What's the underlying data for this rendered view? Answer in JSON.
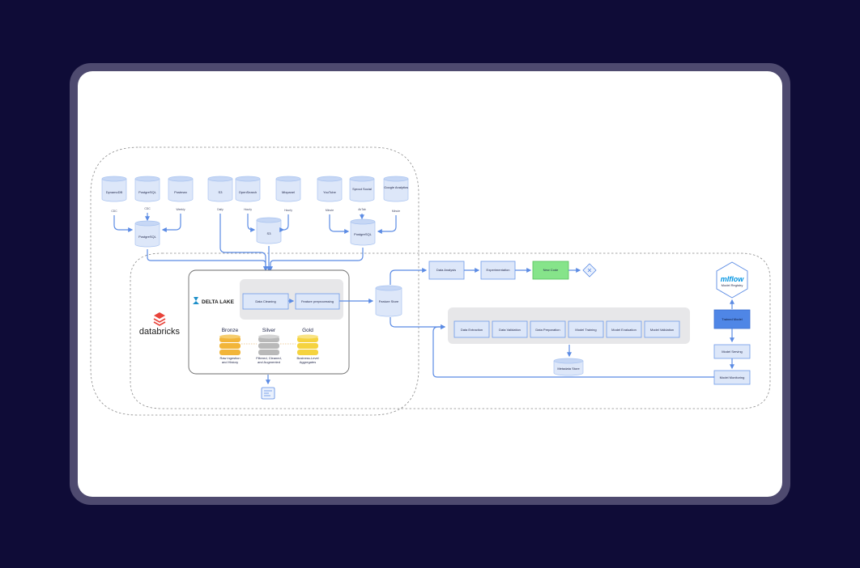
{
  "sources": {
    "dynamodb": "DynamoDB",
    "postgres_src": "PostgreSQL",
    "postman": "Postman",
    "s3_src": "S3",
    "opensearch": "OpenSearch",
    "mixpanel": "Mixpanel",
    "youtube": "YouTube",
    "sprout": "Sprout Social",
    "google_analytics": "Google Analytics"
  },
  "edge_labels": {
    "cdc1": "CDC",
    "cdc2": "CDC",
    "weekly": "Weekly",
    "daily": "Daily",
    "hourly1": "Hourly",
    "hourly2": "Hourly",
    "minute": "Minute",
    "airtable": "AirTab",
    "minute2": "Minute"
  },
  "mid_stores": {
    "postgres_a": "PostgreSQL",
    "s3_mid": "S3",
    "postgres_b": "PostgreSQL"
  },
  "databricks": {
    "logo_text": "databricks"
  },
  "delta": {
    "logo": "DELTA LAKE",
    "cleaning": "Data Cleaning",
    "feature_pre": "Feature preprocessing"
  },
  "medallion": {
    "bronze": {
      "title": "Bronze",
      "desc1": "Raw ingestion",
      "desc2": "and History",
      "color": "#f2b53a"
    },
    "silver": {
      "title": "Silver",
      "desc1": "Filtered, Cleaned,",
      "desc2": "and Augmented",
      "color": "#b9b9b9"
    },
    "gold": {
      "title": "Gold",
      "desc1": "Business-Level",
      "desc2": "Aggregates",
      "color": "#f5d33f"
    }
  },
  "feature_store": "Feature Store",
  "analysis": {
    "data_analysis": "Data Analysis",
    "experimentation": "Experimentation",
    "new_code": "New Code",
    "new_code_color": "#86e48a"
  },
  "pipeline": {
    "steps": [
      "Data Extraction",
      "Data Validation",
      "Data Preparation",
      "Model Training",
      "Model Evaluation",
      "Model Validation"
    ]
  },
  "metadata_store": "Metadata Store",
  "mlflow": {
    "logo": "mlflow",
    "registry": "Model Registry"
  },
  "trained_model": "Trained Model",
  "trained_model_color": "#4f86e6",
  "model_serving": "Model Serving",
  "model_monitoring": "Model Monitoring"
}
